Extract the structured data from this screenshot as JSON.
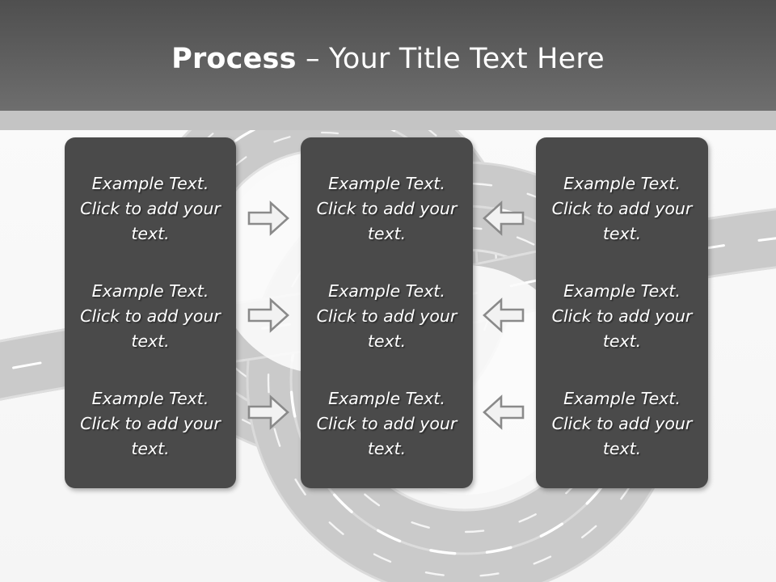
{
  "slide": {
    "title_bold": "Process",
    "title_rest": " – Your Title Text Here",
    "background_color": "#f7f7f7",
    "header_color": "#5b5b5b",
    "header_strip_color": "#c4c4c4",
    "box_color": "#4a4a4a",
    "road_color": "#c9c9c9",
    "arrow_stroke_color": "#8a8a8a",
    "arrow_fill_color": "#f2f2f2",
    "text_color": "#ffffff"
  },
  "columns": [
    {
      "name": "left-column",
      "blocks": [
        {
          "text": "Example Text. Click  to add your text."
        },
        {
          "text": "Example Text. Click  to add your text."
        },
        {
          "text": "Example Text. Click  to add your text."
        }
      ]
    },
    {
      "name": "middle-column",
      "blocks": [
        {
          "text": "Example Text. Click  to add your text."
        },
        {
          "text": "Example Text. Click  to add your text."
        },
        {
          "text": "Example Text. Click  to add your text."
        }
      ]
    },
    {
      "name": "right-column",
      "blocks": [
        {
          "text": "Example Text. Click  to add your text."
        },
        {
          "text": "Example Text. Click  to add your text."
        },
        {
          "text": "Example Text. Click  to add your text."
        }
      ]
    }
  ],
  "connectors": {
    "left_to_middle": [
      {
        "direction": "right",
        "icon": "arrow-right-icon"
      },
      {
        "direction": "right",
        "icon": "arrow-right-icon"
      },
      {
        "direction": "right",
        "icon": "arrow-right-icon"
      }
    ],
    "middle_to_right": [
      {
        "direction": "left",
        "icon": "arrow-left-icon"
      },
      {
        "direction": "left",
        "icon": "arrow-left-icon"
      },
      {
        "direction": "left",
        "icon": "arrow-left-icon"
      }
    ]
  },
  "decoration": {
    "graphic": "curving-road-background",
    "lane_marking_color": "#ffffff"
  }
}
